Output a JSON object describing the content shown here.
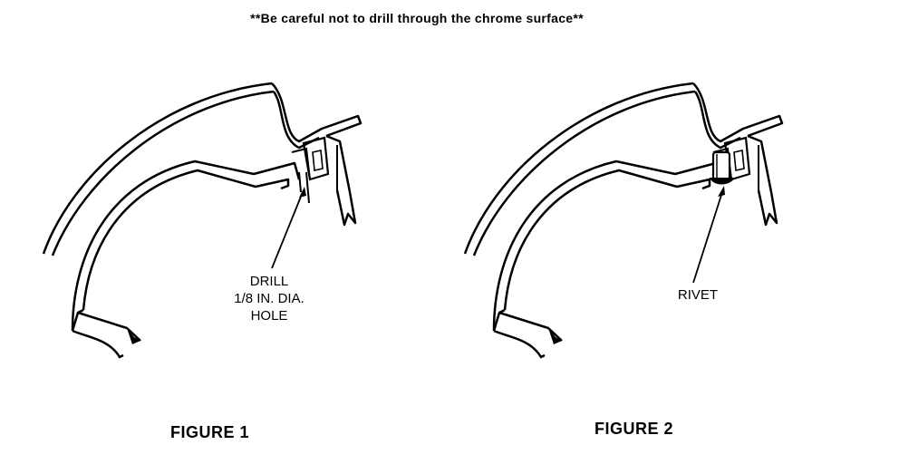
{
  "warning": "**Be careful not to drill through the chrome surface**",
  "figure1": {
    "callout_lines": [
      "DRILL",
      "1/8 IN. DIA.",
      "HOLE"
    ],
    "label": "FIGURE 1"
  },
  "figure2": {
    "callout": "RIVET",
    "label": "FIGURE 2"
  },
  "colors": {
    "line": "#000000",
    "background": "#ffffff"
  }
}
